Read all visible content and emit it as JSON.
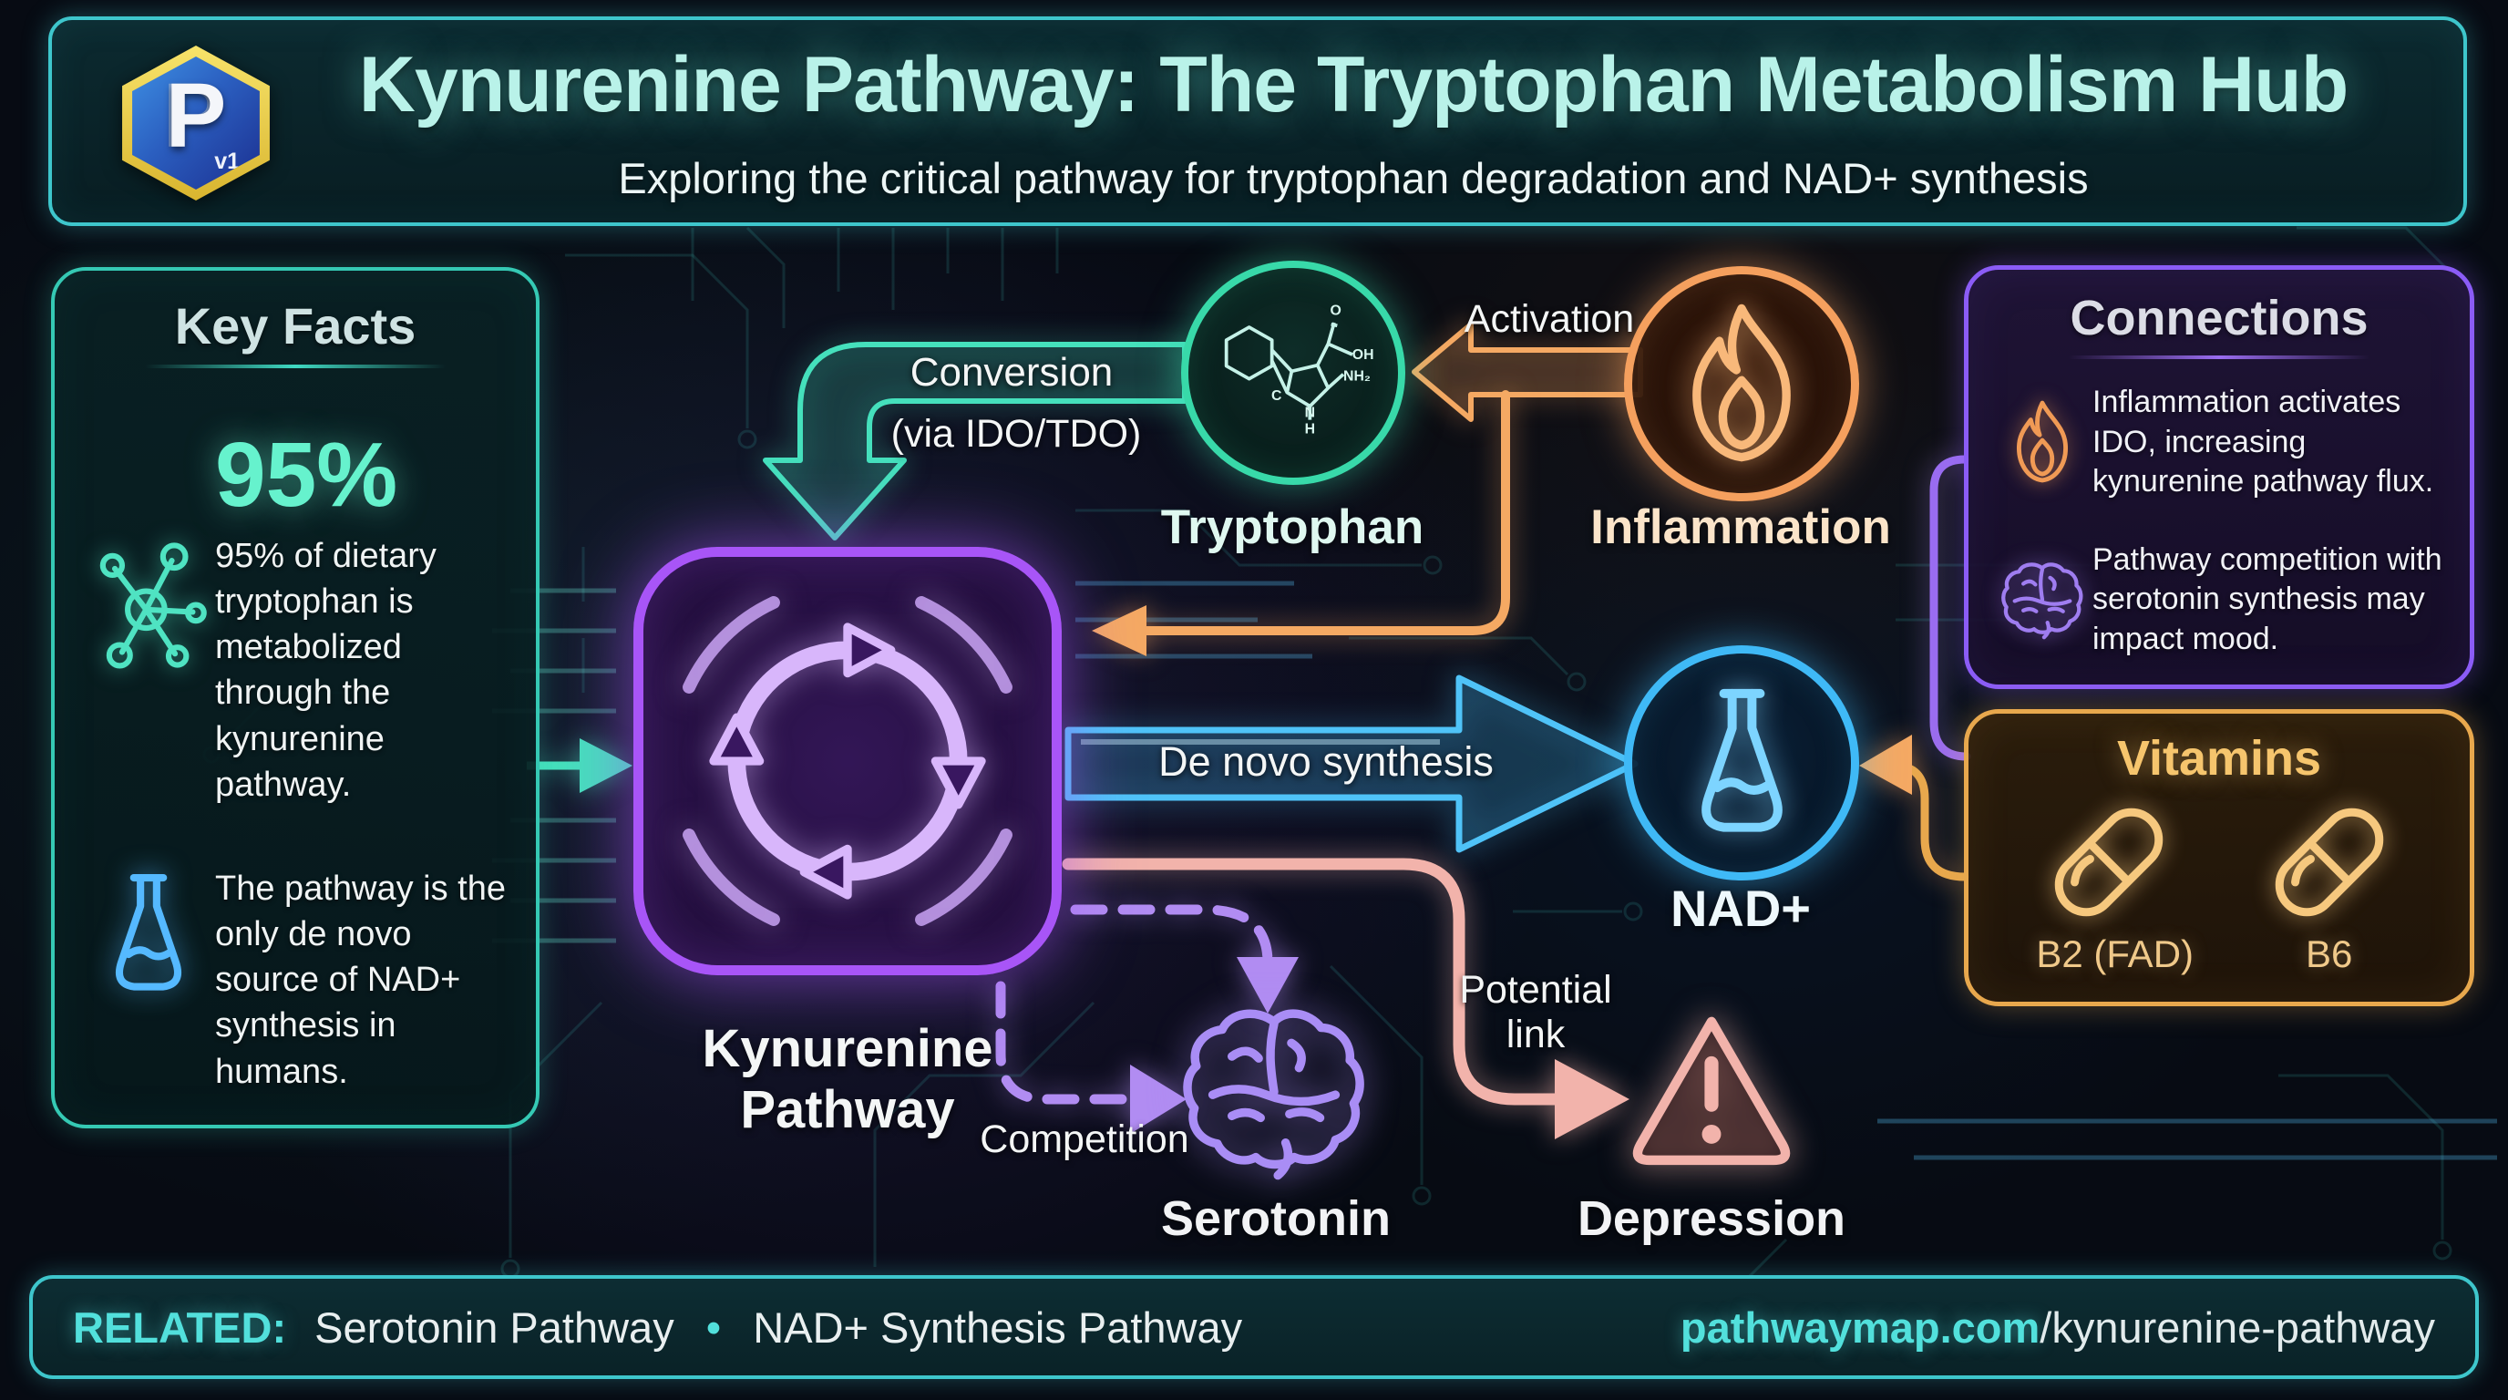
{
  "header": {
    "logo": {
      "monogram": "P",
      "version": "v1"
    },
    "title": "Kynurenine Pathway: The Tryptophan Metabolism Hub",
    "subtitle": "Exploring the critical pathway for tryptophan degradation and NAD+ synthesis"
  },
  "key_facts": {
    "title": "Key Facts",
    "stat": "95%",
    "fact1": "95% of dietary tryptophan is metabolized through the kynurenine pathway.",
    "fact2": "The pathway is the only de novo source of NAD+ synthesis in humans."
  },
  "nodes": {
    "hub": {
      "line1": "Kynurenine",
      "line2": "Pathway"
    },
    "tryptophan": {
      "label": "Tryptophan",
      "structure": {
        "o": "O",
        "oh": "OH",
        "nh2": "NH₂",
        "c": "C",
        "n": "N",
        "h": "H"
      }
    },
    "inflammation": {
      "label": "Inflammation"
    },
    "nad": {
      "label": "NAD+"
    },
    "serotonin": {
      "label": "Serotonin"
    },
    "depression": {
      "label": "Depression"
    }
  },
  "edges": {
    "conversion": {
      "line1": "Conversion",
      "line2": "(via IDO/TDO)"
    },
    "activation": {
      "label": "Activation"
    },
    "de_novo": {
      "label": "De novo synthesis"
    },
    "competition": {
      "label": "Competition"
    },
    "potential_link": {
      "line1": "Potential",
      "line2": "link"
    }
  },
  "connections_panel": {
    "title": "Connections",
    "items": [
      {
        "icon": "flame-icon",
        "text": "Inflammation activates IDO, increasing kynurenine pathway flux."
      },
      {
        "icon": "brain-icon",
        "text": "Pathway competition with serotonin synthesis may impact mood."
      }
    ]
  },
  "vitamins_panel": {
    "title": "Vitamins",
    "items": [
      {
        "icon": "pill-icon",
        "label": "B2 (FAD)"
      },
      {
        "icon": "pill-icon",
        "label": "B6"
      }
    ]
  },
  "footer": {
    "related_label": "RELATED:",
    "related_items": [
      "Serotonin Pathway",
      "NAD+ Synthesis Pathway"
    ],
    "separator": "•",
    "url_domain": "pathwaymap.com",
    "url_path": "/kynurenine-pathway"
  },
  "colors": {
    "teal": "#45e0bc",
    "cyan_border": "#3ec6cc",
    "mint_title": "#b9f2e9",
    "purple": "#a855f7",
    "lavender": "#d8b6fb",
    "orange": "#f5a963",
    "blue": "#4fc3f8",
    "pink": "#f2b3ab",
    "gold": "#e8a84d",
    "background": "#070b13"
  }
}
